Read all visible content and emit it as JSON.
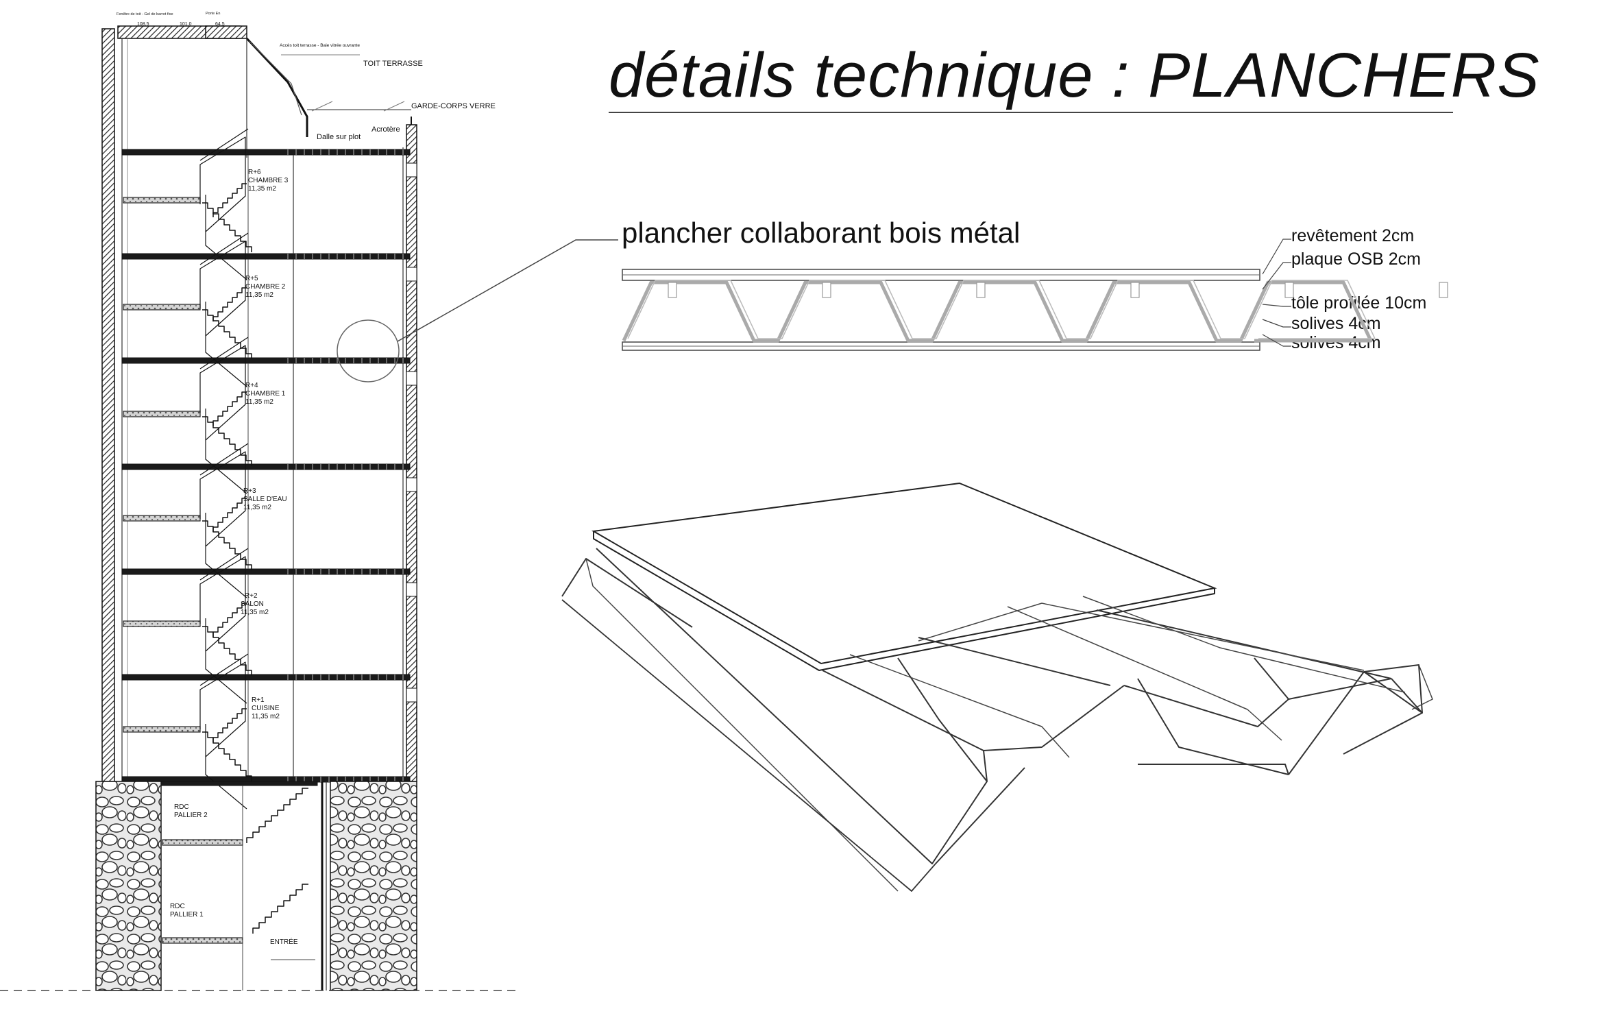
{
  "title": "détails technique : PLANCHERS",
  "detail": {
    "heading": "plancher collaborant bois métal",
    "layers": [
      "revêtement 2cm",
      "plaque OSB 2cm",
      "tôle profilée 10cm",
      "solives 4cm",
      "solives 4cm"
    ]
  },
  "section": {
    "roof_labels": {
      "toit_terrasse": "TOIT TERRASSE",
      "garde_corps": "GARDE-CORPS VERRE",
      "acrotere": "Acrotère",
      "dalle": "Dalle sur plot",
      "acces": "Accès toit terrasse - Baie vitrée ouvrante",
      "fenetre": "Fenêtre de toit - Gel de barrot fixe",
      "porte": "Porte En",
      "dims": [
        "108,5",
        "101,0",
        "64,5"
      ]
    },
    "floors": [
      {
        "level": "R+6",
        "room": "CHAMBRE 3",
        "area": "11,35 m2"
      },
      {
        "level": "R+5",
        "room": "CHAMBRE 2",
        "area": "11,35 m2"
      },
      {
        "level": "R+4",
        "room": "CHAMBRE 1",
        "area": "11,35 m2"
      },
      {
        "level": "R+3",
        "room": "SALLE D'EAU",
        "area": "11,35 m2"
      },
      {
        "level": "R+2",
        "room": "SALON",
        "area": "11,35 m2"
      },
      {
        "level": "R+1",
        "room": "CUISINE",
        "area": "11,35 m2"
      }
    ],
    "ground": {
      "rdc1_level": "RDC",
      "rdc1_name": "PALLIER 2",
      "rdc2_level": "RDC",
      "rdc2_name": "PALLIER 1",
      "entree": "ENTRÉE"
    }
  }
}
